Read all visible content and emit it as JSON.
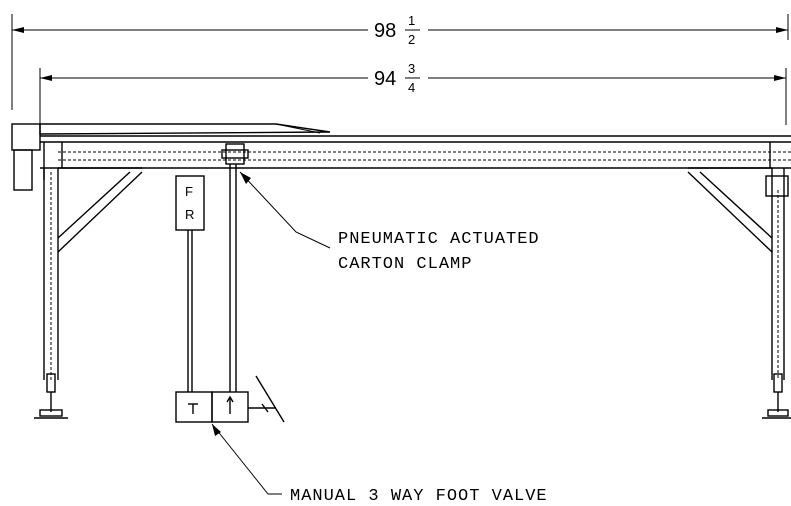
{
  "dimensions": {
    "overall": {
      "whole": "98",
      "num": "1",
      "den": "2"
    },
    "frame": {
      "whole": "94",
      "num": "3",
      "den": "4"
    }
  },
  "regulator": {
    "line1": "F",
    "line2": "R"
  },
  "labels": {
    "clamp_line1": "PNEUMATIC ACTUATED",
    "clamp_line2": "CARTON CLAMP",
    "valve": "MANUAL 3 WAY FOOT VALVE"
  }
}
